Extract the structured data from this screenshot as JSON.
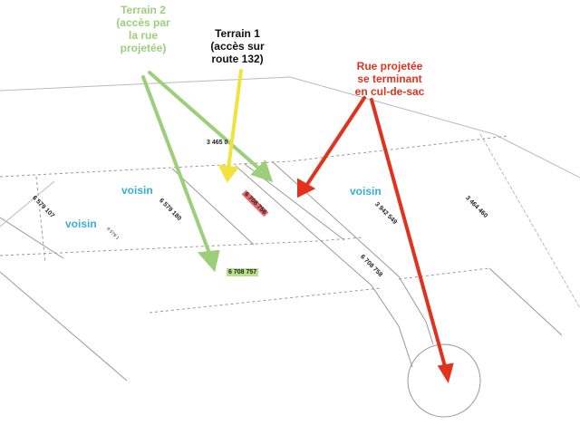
{
  "callouts": {
    "terrain2": [
      "Terrain 2",
      "(accès par",
      "la rue",
      "projetée)"
    ],
    "terrain1": [
      "Terrain 1",
      "(accès sur",
      "route 132)"
    ],
    "rue": [
      "Rue projetée",
      "se terminant",
      "en cul-de-sac"
    ]
  },
  "neighbors": {
    "left": "voisin",
    "center": "voisin",
    "right": "voisin"
  },
  "lots": {
    "top": "3 465 0",
    "left": "6 579 107",
    "center_left": "6 579 180",
    "small": "6 579 1",
    "terrain1": "6 708 756",
    "terrain2": "6 708 757",
    "road": "6 708 758",
    "right1": "3 942 549",
    "right2": "3 464 460"
  },
  "colors": {
    "green": "#9ccf7a",
    "yellow": "#f1e33b",
    "red": "#e2321e",
    "neighbor": "#3aaed8"
  }
}
